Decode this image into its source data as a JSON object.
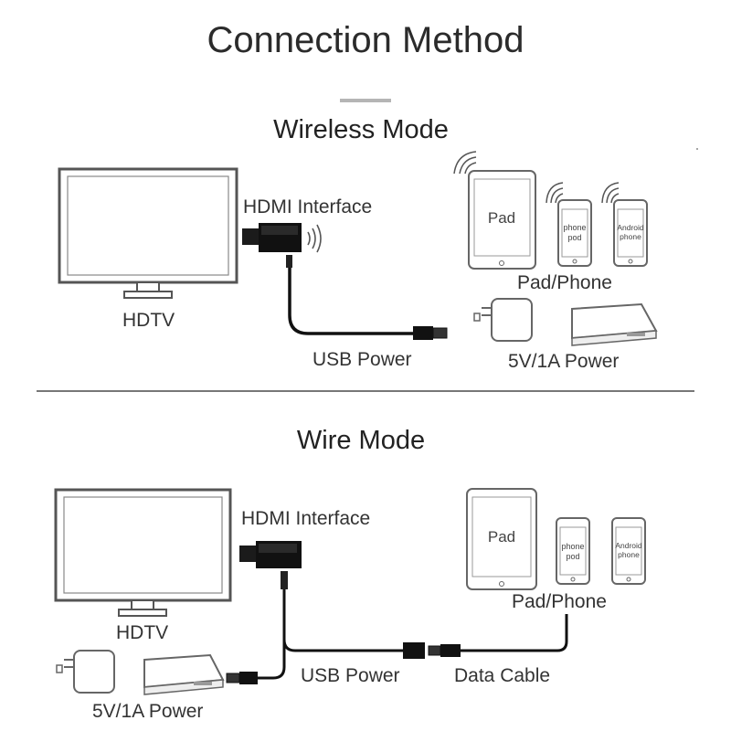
{
  "title": "Connection Method",
  "wireless": {
    "heading": "Wireless Mode",
    "hdtv": "HDTV",
    "hdmi": "HDMI Interface",
    "usb": "USB Power",
    "pad_phone": "Pad/Phone",
    "power": "5V/1A Power",
    "pad_screen": "Pad",
    "phone_screen_1": "phone",
    "phone_screen_2": "pod",
    "android_screen_1": "Android",
    "android_screen_2": "phone"
  },
  "wire": {
    "heading": "Wire Mode",
    "hdtv": "HDTV",
    "hdmi": "HDMI Interface",
    "usb": "USB Power",
    "data_cable": "Data Cable",
    "pad_phone": "Pad/Phone",
    "power": "5V/1A Power",
    "pad_screen": "Pad",
    "phone_screen_1": "phone",
    "phone_screen_2": "pod",
    "android_screen_1": "Android",
    "android_screen_2": "phone"
  },
  "icons": [
    "tv-icon",
    "hdmi-dongle-icon",
    "wifi-signal-icon",
    "usb-plug-icon",
    "tablet-icon",
    "phone-icon",
    "power-adapter-icon",
    "power-bank-icon"
  ]
}
